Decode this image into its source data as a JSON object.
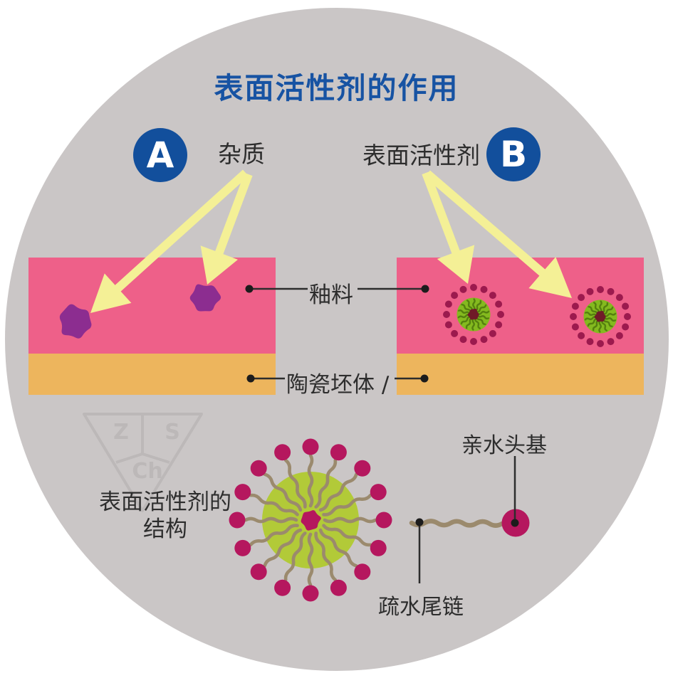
{
  "diagram": {
    "title": "表面活性剂的作用"
  },
  "badges": {
    "a": "A",
    "b": "B"
  },
  "labels": {
    "impurity": "杂质",
    "surfactant": "表面活性剂",
    "glaze": "釉料",
    "ceramic_body": "陶瓷坯体 /",
    "structure_line1": "表面活性剂的",
    "structure_line2": "结构",
    "hydrophilic_head": "亲水头基",
    "hydrophobic_tail": "疏水尾链"
  },
  "watermark": {
    "z": "Z",
    "s": "S",
    "ch": "Ch"
  },
  "colors": {
    "background": "#ffffff",
    "circle_gray": "#cac6c6",
    "title_blue": "#1753a3",
    "badge_blue": "#124f9c",
    "glaze_pink": "#ee6089",
    "ceramic_orange": "#edb55d",
    "impurity_purple": "#8c2d90",
    "arrow_yellow": "#f4f096",
    "micelle_green": "#84ba1f",
    "micelle_squiggle_green": "#55800f",
    "micelle_dot_maroon": "#9c1a4e",
    "big_micelle_green": "#b2ca38",
    "tail_tan": "#9b8a6d",
    "head_magenta": "#b5175e",
    "center_blob_maroon": "#701a28",
    "text_dark": "#2d2d2d",
    "watermark_gray": "#bcb8b8"
  },
  "structure": {
    "panel_micelle_outer_dots": 16,
    "panel_micelle_inner_tails": 14,
    "big_micelle_heads": 16
  }
}
